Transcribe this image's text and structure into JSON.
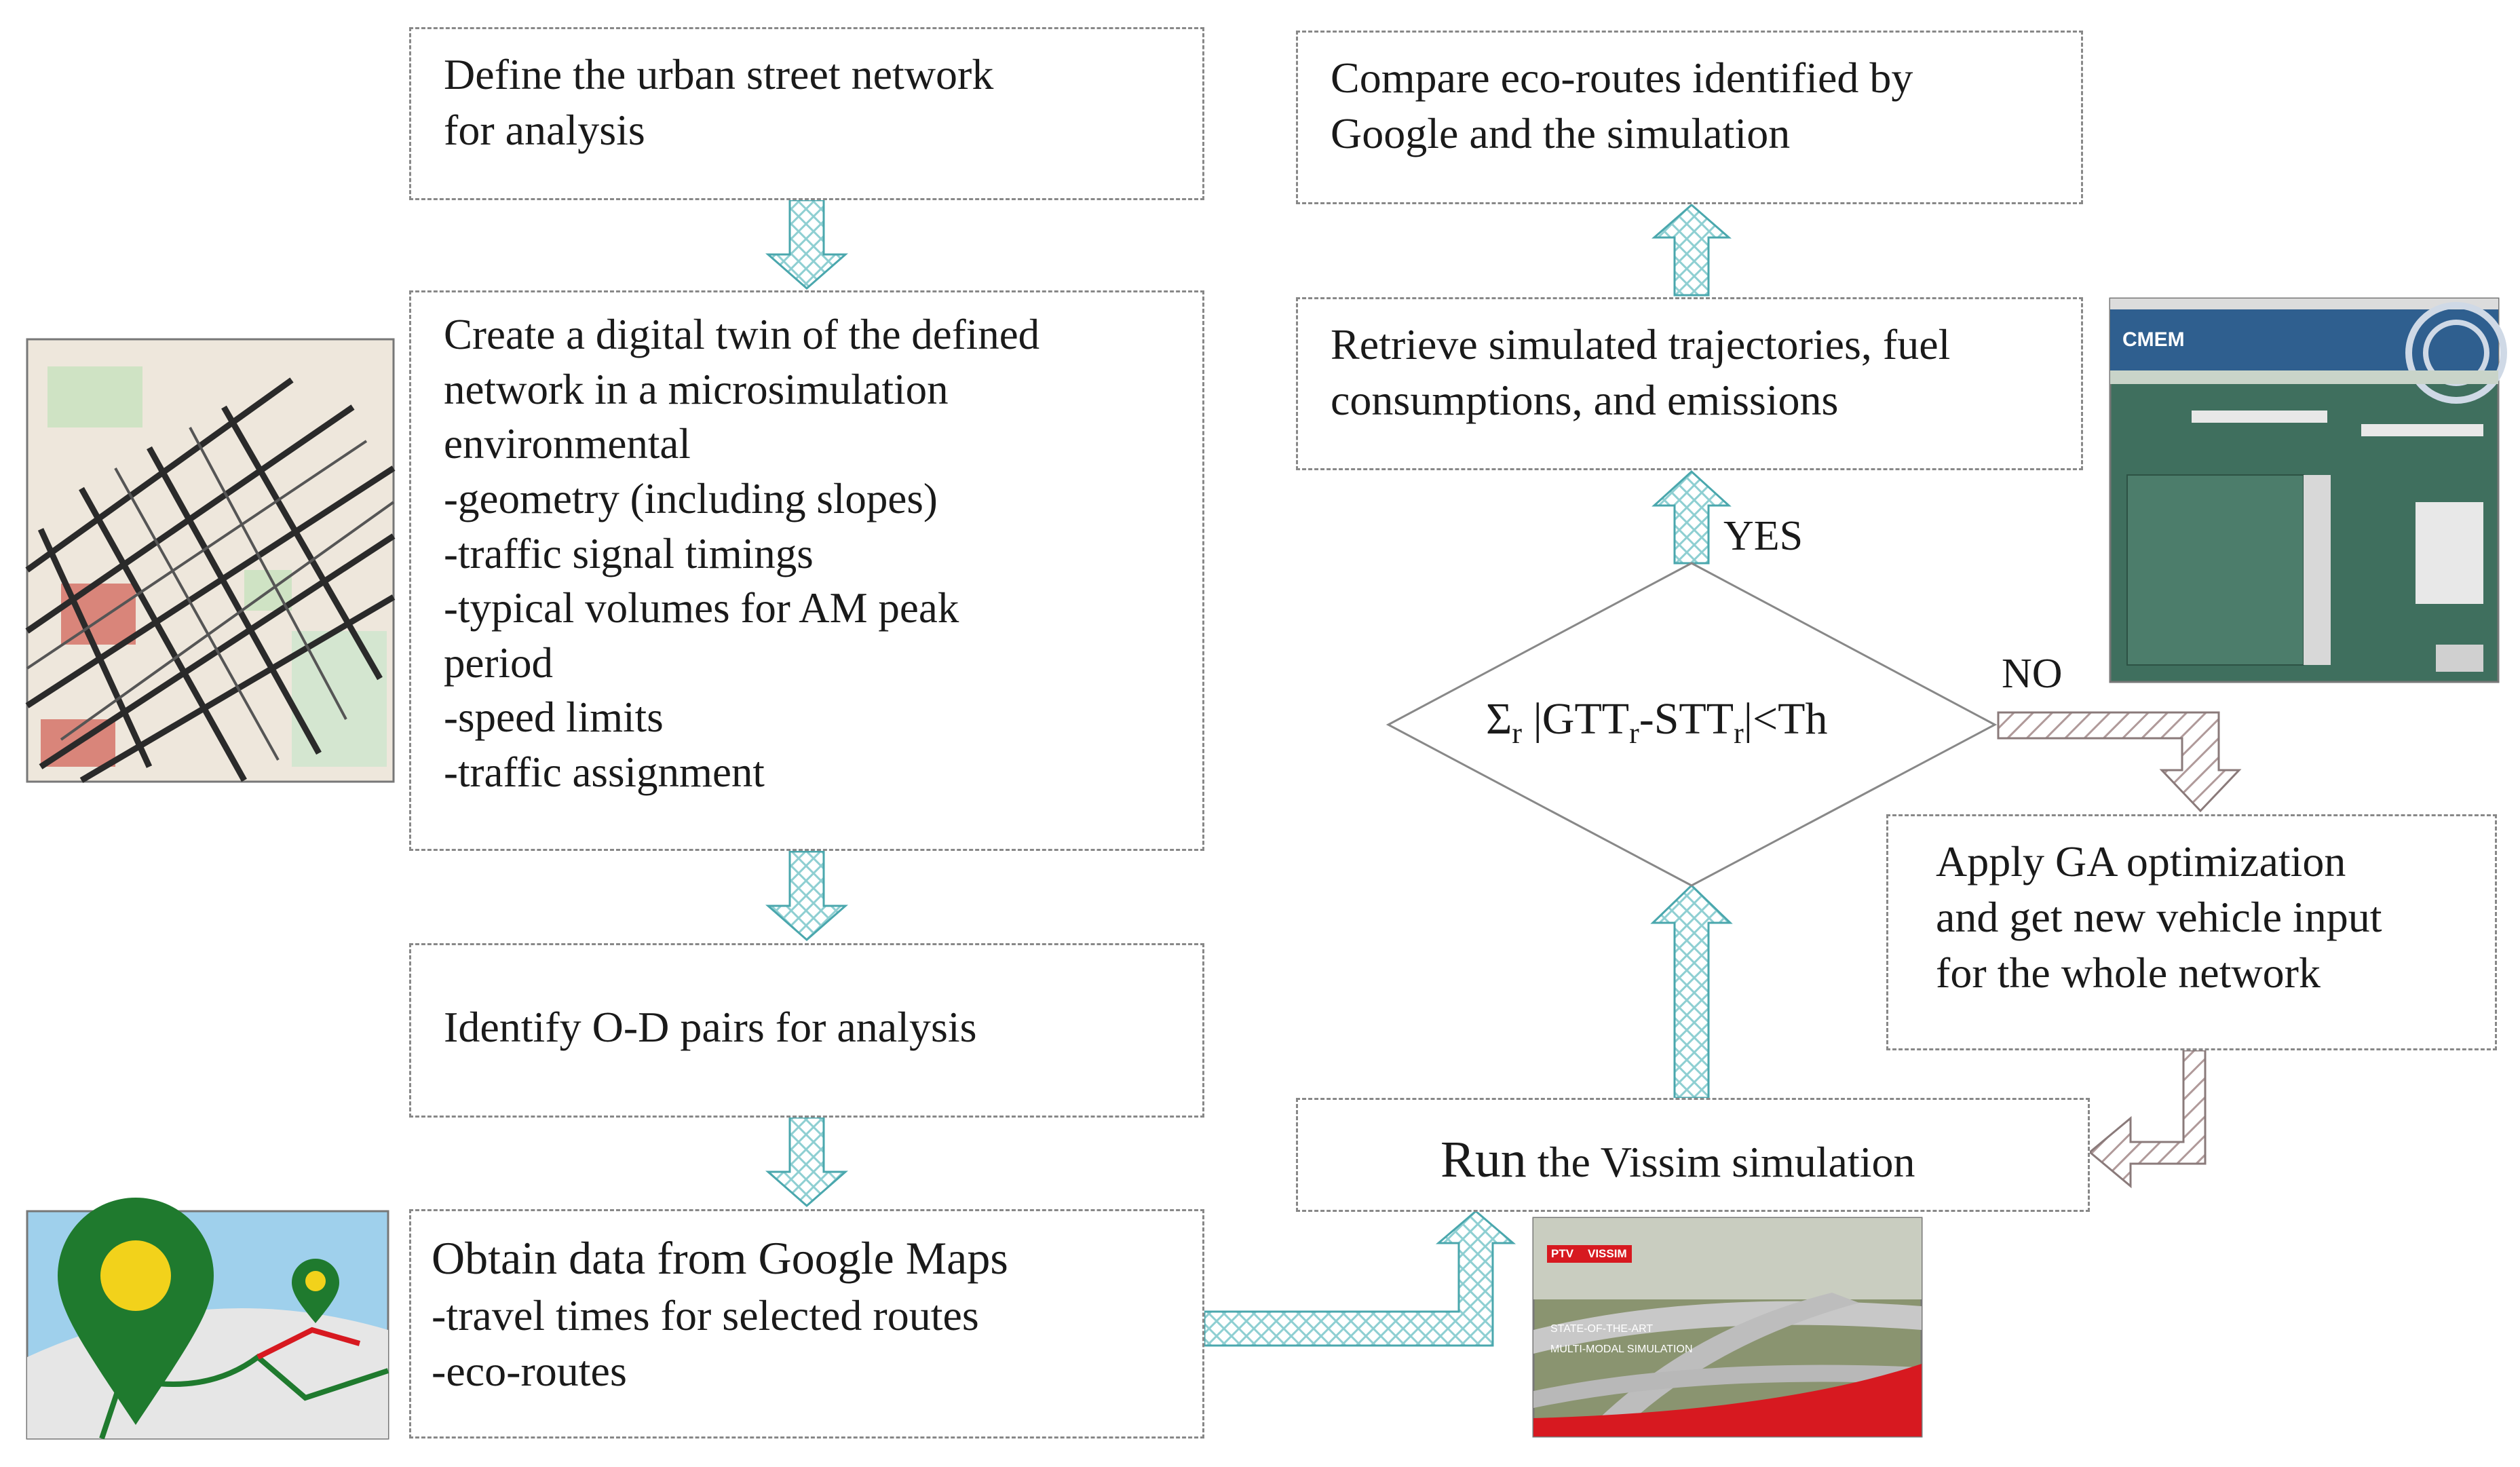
{
  "boxes": {
    "define": [
      "Define the urban street network",
      "for analysis"
    ],
    "twin": [
      "Create a digital twin of the defined",
      "network in a microsimulation",
      "environmental",
      "-geometry (including slopes)",
      "-traffic signal timings",
      "-typical volumes for AM peak",
      "period",
      "-speed limits",
      "-traffic assignment"
    ],
    "identify": [
      "Identify O-D pairs for analysis"
    ],
    "obtain": [
      "Obtain data from Google Maps",
      " -travel times for selected routes",
      " -eco-routes"
    ],
    "compare": [
      "Compare eco-routes identified by",
      "Google and the simulation"
    ],
    "retrieve": [
      "Retrieve simulated trajectories, fuel",
      "consumptions, and emissions"
    ],
    "apply": [
      "Apply GA optimization",
      "and get new vehicle input",
      "for the whole network"
    ],
    "run_big": "Run",
    "run_rest": " the Vissim simulation"
  },
  "decision": {
    "sigma": "Σ",
    "sub_r": "r",
    "body": " |GTT",
    "minus": "-STT",
    "tail": "|<Th"
  },
  "labels": {
    "yes": "YES",
    "no": "NO"
  },
  "thumbs": {
    "cmem_title": "CMEM",
    "vissim_ptv": "PTV",
    "vissim_brand": "VISSIM",
    "vissim_line1": "STATE-OF-THE-ART",
    "vissim_line2": "MULTI-MODAL SIMULATION"
  },
  "colors": {
    "arrow_hatch": "#8ecfd2",
    "no_hatch": "#b09a9a",
    "map_road": "#2a2a2a",
    "pin_green": "#1f7a2e",
    "pin_yellow": "#f2d21b",
    "vissim_red": "#d71920",
    "cmem_bg": "#3f6f5e"
  }
}
